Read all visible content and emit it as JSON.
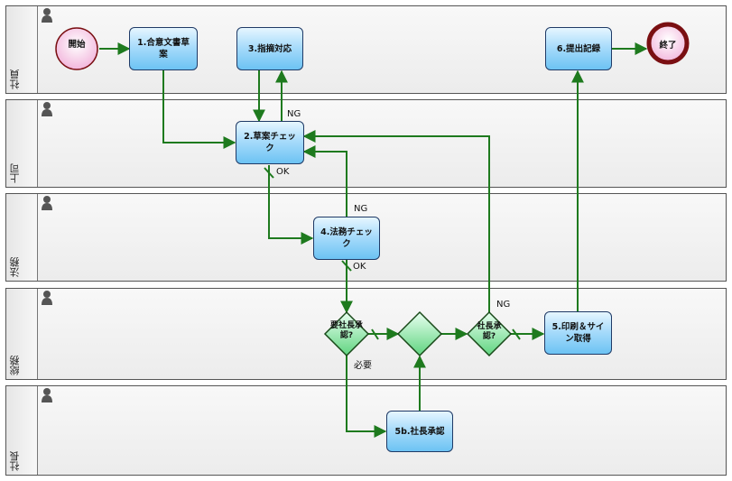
{
  "lanes": [
    {
      "id": "shain",
      "label": "社員"
    },
    {
      "id": "joshi",
      "label": "上司"
    },
    {
      "id": "homu",
      "label": "法務"
    },
    {
      "id": "somu",
      "label": "総務"
    },
    {
      "id": "shacho",
      "label": "社長"
    }
  ],
  "events": {
    "start": {
      "label": "開始"
    },
    "end": {
      "label": "終了"
    }
  },
  "tasks": {
    "t1": {
      "label": "1.合意文書草案"
    },
    "t3": {
      "label": "3.指摘対応"
    },
    "t6": {
      "label": "6.提出記録"
    },
    "t2": {
      "label": "2.草案チェック"
    },
    "t4": {
      "label": "4.法務チェック"
    },
    "t5": {
      "label": "5.印刷＆サイン取得"
    },
    "t5b": {
      "label": "5b.社長承認"
    }
  },
  "gateways": {
    "g1": {
      "label": "要社長承認?"
    },
    "g2": {
      "label": ""
    },
    "g3": {
      "label": "社長承認?"
    }
  },
  "flow_labels": {
    "ng1": "NG",
    "ok1": "OK",
    "ng2": "NG",
    "ok2": "OK",
    "need": "必要",
    "ng3": "NG"
  },
  "colors": {
    "flow": "#1e7a1e",
    "task_border": "#1f3a66",
    "task_fill": "#8fd0f6",
    "start_fill": "#f6cde6",
    "end_border": "#7a0f12",
    "gateway_fill": "#8ae8a0"
  }
}
